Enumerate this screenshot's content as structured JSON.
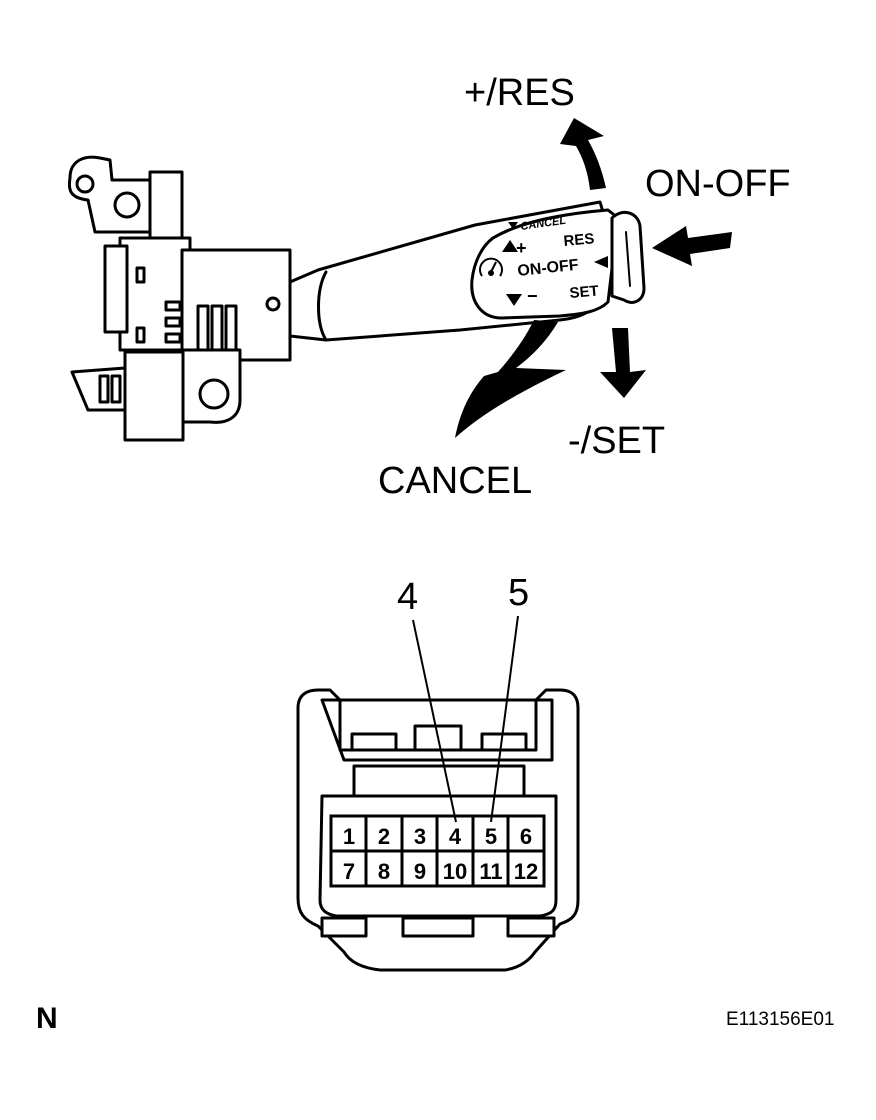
{
  "switch": {
    "labels": {
      "res": "+/RES",
      "on_off": "ON-OFF",
      "set": "-/SET",
      "cancel": "CANCEL"
    },
    "lever_face": {
      "cancel_marking": "CANCEL",
      "plus": "+",
      "res": "RES",
      "on_off": "ON-OFF",
      "minus": "−",
      "set": "SET"
    }
  },
  "connector": {
    "callouts": [
      "4",
      "5"
    ],
    "pins_row1": [
      "1",
      "2",
      "3",
      "4",
      "5",
      "6"
    ],
    "pins_row2": [
      "7",
      "8",
      "9",
      "10",
      "11",
      "12"
    ]
  },
  "footer": {
    "corner_mark": "N",
    "figure_id": "E113156E01"
  }
}
